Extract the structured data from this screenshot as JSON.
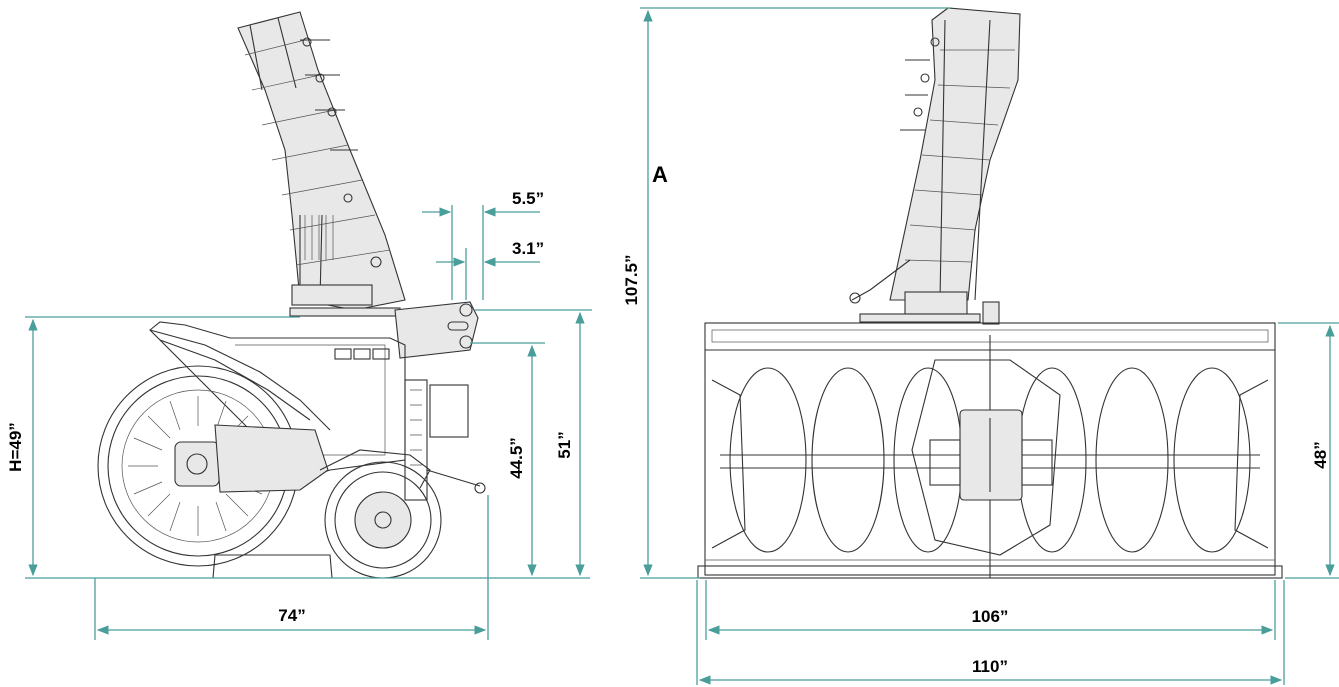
{
  "side_view": {
    "overall_height_label": "H=49”",
    "length_label": "74”",
    "offset_5_5_label": "5.5”",
    "offset_3_1_label": "3.1”",
    "height_44_5_label": "44.5”",
    "height_51_label": "51”"
  },
  "front_view": {
    "marker_label": "A",
    "total_height_label": "107.5”",
    "housing_height_label": "48”",
    "inner_width_label": "106”",
    "outer_width_label": "110”"
  },
  "colors": {
    "dimension_lines": "#4a9e9a",
    "drawing_lines": "#333333"
  }
}
